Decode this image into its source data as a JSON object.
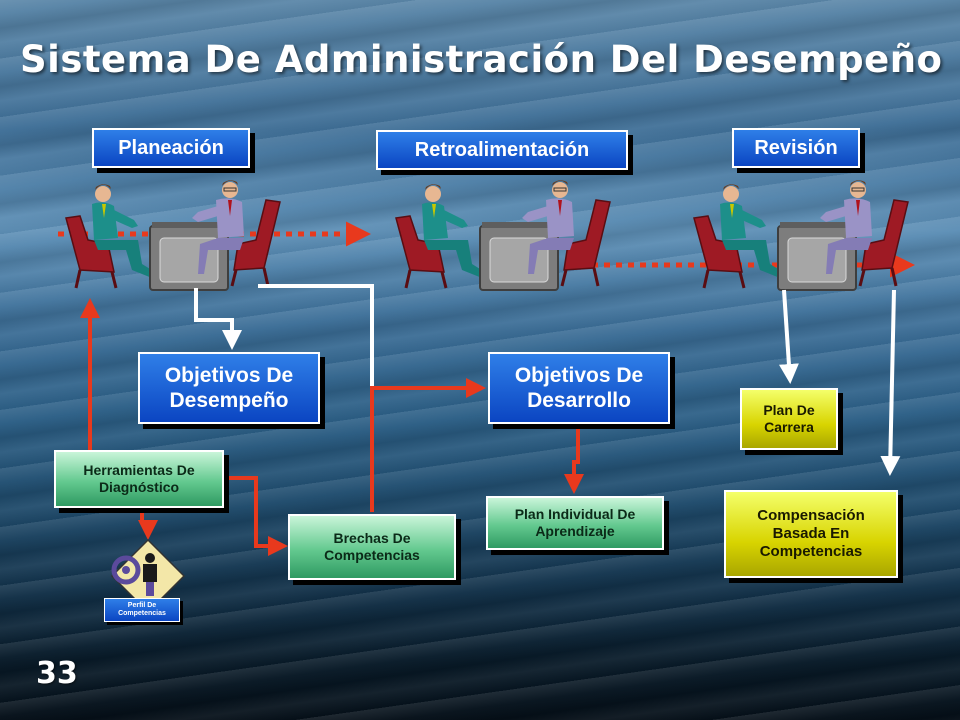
{
  "title": "Sistema De Administración Del Desempeño",
  "slide_number": "33",
  "stages": {
    "planeacion": "Planeación",
    "retroalimentacion": "Retroalimentación",
    "revision": "Revisión"
  },
  "boxes": {
    "objetivos_desempeno": [
      "Objetivos De",
      "Desempeño"
    ],
    "objetivos_desarrollo": [
      "Objetivos De",
      "Desarrollo"
    ],
    "herramientas": [
      "Herramientas De",
      "Diagnóstico"
    ],
    "brechas": [
      "Brechas De",
      "Competencias"
    ],
    "plan_individual": [
      "Plan Individual De",
      "Aprendizaje"
    ],
    "plan_carrera": [
      "Plan De",
      "Carrera"
    ],
    "compensacion": [
      "Compensación",
      "Basada En",
      "Competencias"
    ],
    "perfil": [
      "Perfil De",
      "Competencias"
    ]
  },
  "icons": {
    "meeting_scene": "meeting-icon",
    "profile_badge": "competency-profile-icon"
  },
  "colors": {
    "accent_red": "#e8391d",
    "box_blue": "#0b45c2",
    "box_green": "#63c98f",
    "box_yellow": "#d8d400",
    "line_white": "#ffffff"
  }
}
